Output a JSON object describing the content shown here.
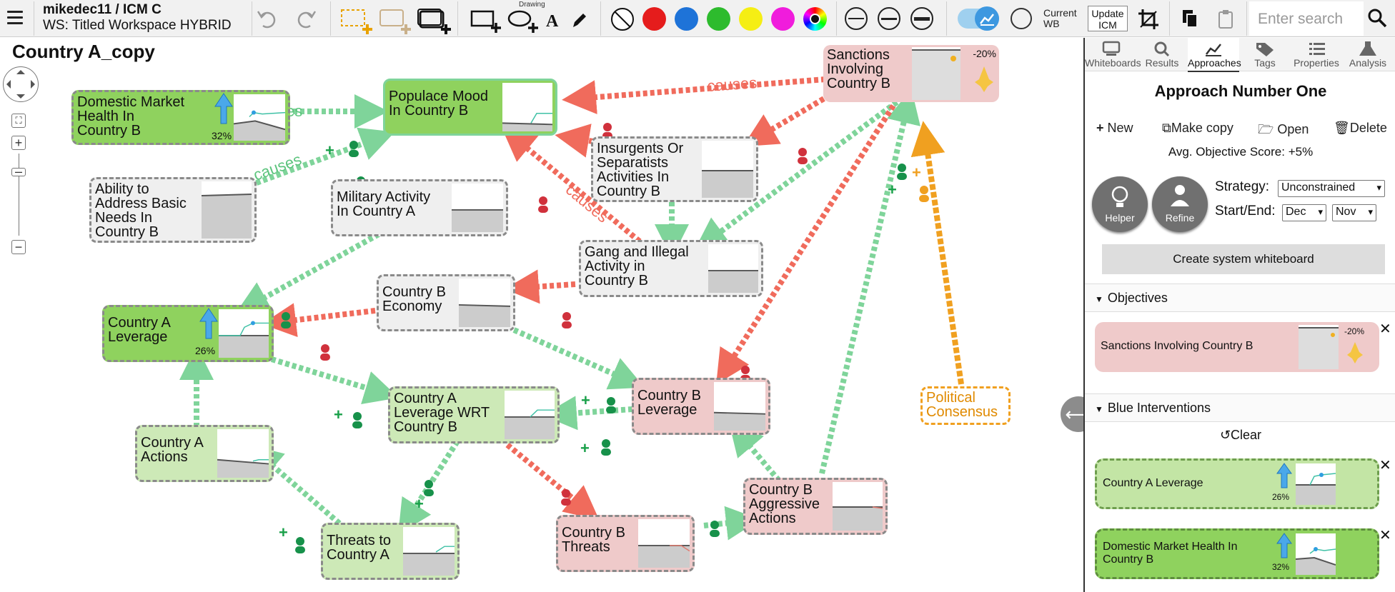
{
  "toolbar": {
    "workspace_title": "mikedec11 / ICM C",
    "workspace_name": "WS: Titled Workspace HYBRID",
    "drawing_label": "Drawing",
    "current_wb_label_1": "Current",
    "current_wb_label_2": "WB",
    "update_icm_1": "Update",
    "update_icm_2": "ICM",
    "search_placeholder": "Enter search",
    "colors": [
      "#e51c1c",
      "#1e73d8",
      "#2dbb2d",
      "#f5ee14",
      "#f01cdc"
    ]
  },
  "canvas": {
    "view_title": "Country A_copy",
    "nodes": {
      "domestic_market": {
        "label_1": "Domestic Market",
        "label_2": "Health In",
        "label_3": "Country B",
        "pct": "32%"
      },
      "populace_mood": {
        "label_1": "Populace Mood",
        "label_2": "In Country B"
      },
      "sanctions": {
        "label_1": "Sanctions",
        "label_2": "Involving",
        "label_3": "Country B",
        "pct": "-20%"
      },
      "ability": {
        "label_1": "Ability to",
        "label_2": "Address Basic",
        "label_3": "Needs In",
        "label_4": "Country B"
      },
      "military": {
        "label_1": "Military Activity",
        "label_2": "In Country A"
      },
      "insurgents": {
        "label_1": "Insurgents Or",
        "label_2": "Separatists",
        "label_3": "Activities In",
        "label_4": "Country B"
      },
      "gang": {
        "label_1": "Gang and Illegal",
        "label_2": "Activity in",
        "label_3": "Country B"
      },
      "countryb_economy": {
        "label_1": "Country B",
        "label_2": "Economy"
      },
      "countrya_leverage": {
        "label_1": "Country A",
        "label_2": "Leverage",
        "pct": "26%"
      },
      "leverage_wrt": {
        "label_1": "Country A",
        "label_2": "Leverage WRT",
        "label_3": "Country B"
      },
      "countryb_leverage": {
        "label_1": "Country B",
        "label_2": "Leverage"
      },
      "political": {
        "label_1": "Political",
        "label_2": "Consensus"
      },
      "countrya_actions": {
        "label_1": "Country A",
        "label_2": "Actions"
      },
      "countryb_aggressive": {
        "label_1": "Country B",
        "label_2": "Aggressive",
        "label_3": "Actions"
      },
      "threats_a": {
        "label_1": "Threats to",
        "label_2": "Country A"
      },
      "countryb_threats": {
        "label_1": "Country B",
        "label_2": "Threats"
      }
    },
    "edge_labels": {
      "causes": "causes",
      "es": "es"
    }
  },
  "panel": {
    "tabs": [
      {
        "label": "Whiteboards",
        "icon": "monitor-icon"
      },
      {
        "label": "Results",
        "icon": "search-icon"
      },
      {
        "label": "Approaches",
        "icon": "chart-icon"
      },
      {
        "label": "Tags",
        "icon": "tags-icon"
      },
      {
        "label": "Properties",
        "icon": "list-icon"
      },
      {
        "label": "Analysis",
        "icon": "flask-icon"
      }
    ],
    "approach_title": "Approach Number One",
    "actions": {
      "new": "New",
      "copy": "Make copy",
      "open": "Open",
      "delete": "Delete"
    },
    "avg_score": "Avg. Objective Score: +5%",
    "helper_label": "Helper",
    "refine_label": "Refine",
    "strategy_label": "Strategy:",
    "strategy_value": "Unconstrained",
    "startend_label": "Start/End:",
    "start_value": "Dec",
    "end_value": "Nov",
    "create_wb": "Create system whiteboard",
    "objectives_header": "Objectives",
    "objective": {
      "label": "Sanctions Involving Country B",
      "pct": "-20%"
    },
    "interventions_header": "Blue Interventions",
    "clear_label": "Clear",
    "interventions": [
      {
        "label_1": "Country A Leverage",
        "label_2": "",
        "pct": "26%"
      },
      {
        "label_1": "Domestic Market Health In",
        "label_2": "Country B",
        "pct": "32%"
      }
    ]
  }
}
